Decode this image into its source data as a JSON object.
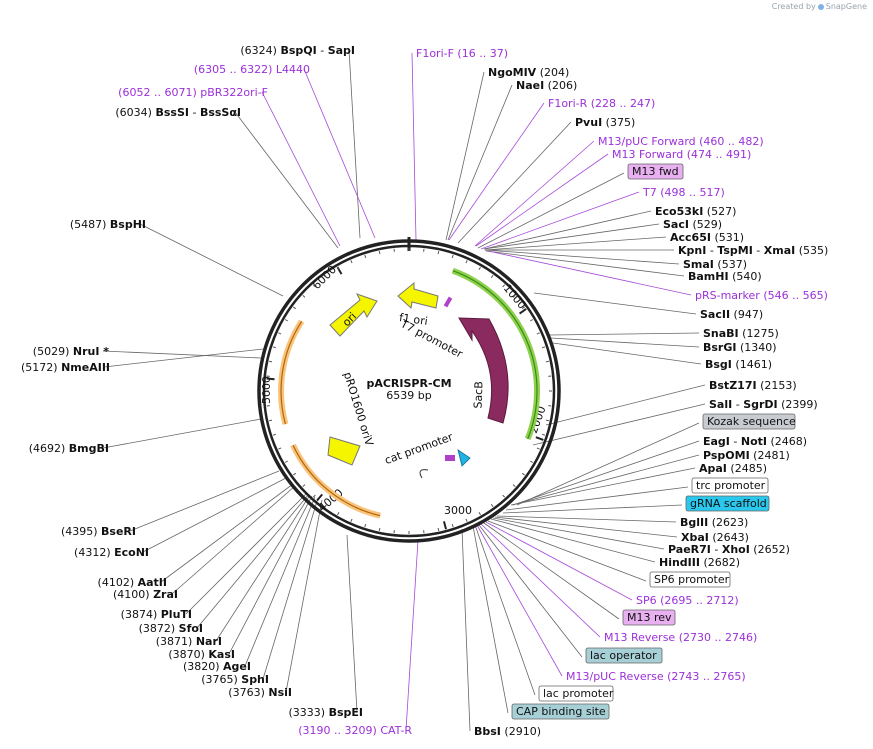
{
  "credit": {
    "prefix": "Created by",
    "brand": "SnapGene"
  },
  "plasmid": {
    "name": "pACRISPR-CM",
    "size": "6539 bp"
  },
  "ticks": [
    "1000",
    "2000",
    "3000",
    "4000",
    "5000",
    "6000"
  ],
  "features": [
    {
      "name": "SacB",
      "type": "gene",
      "color": "#8b2a5f"
    },
    {
      "name": "ori",
      "type": "rep_origin",
      "color": "#f5f500"
    },
    {
      "name": "f1 ori",
      "type": "rep_origin",
      "color": "#f5f500"
    },
    {
      "name": "pRO1600 oriV",
      "type": "rep_origin",
      "color": "#f5f500"
    },
    {
      "name": "T7 promoter",
      "type": "promoter",
      "color": "#ffffff"
    },
    {
      "name": "cat promoter",
      "type": "promoter",
      "color": "#ffffff"
    }
  ],
  "labels": [
    {
      "text": "(6324)  ",
      "bold": "BspQI",
      "suffix": "  - ",
      "bold2": "SapI"
    },
    {
      "text": "(6305 .. 6322)  L4440",
      "primer": true
    },
    {
      "text": "(6052 .. 6071)  pBR322ori-F",
      "primer": true
    },
    {
      "text": "(6034)  ",
      "bold": "BssSI",
      "suffix": "  - ",
      "bold2": "BssSαI"
    },
    {
      "text": "(5487)  ",
      "bold": "BspHI"
    },
    {
      "text": "(5172)  ",
      "bold": "NmeAIII"
    },
    {
      "text": "(5029)  ",
      "bold": "NruI *"
    },
    {
      "text": "(4692)  ",
      "bold": "BmgBI"
    },
    {
      "text": "(4395)  ",
      "bold": "BseRI"
    },
    {
      "text": "(4312)  ",
      "bold": "EcoNI"
    },
    {
      "text": "(4102)  ",
      "bold": "AatII"
    },
    {
      "text": "(4100)  ",
      "bold": "ZraI"
    },
    {
      "text": "(3874)  ",
      "bold": "PluTI"
    },
    {
      "text": "(3872)  ",
      "bold": "SfoI"
    },
    {
      "text": "(3871)  ",
      "bold": "NarI"
    },
    {
      "text": "(3870)  ",
      "bold": "KasI"
    },
    {
      "text": "(3820)  ",
      "bold": "AgeI"
    },
    {
      "text": "(3765)  ",
      "bold": "SphI"
    },
    {
      "text": "(3763)  ",
      "bold": "NsiI"
    },
    {
      "text": "(3333)  ",
      "bold": "BspEI"
    },
    {
      "text": "(3190 .. 3209)  CAT-R",
      "primer": true
    },
    {
      "text": "F1ori-F    (16 .. 37)",
      "primer": true
    },
    {
      "bold": "NgoMIV",
      "text": "   (204)"
    },
    {
      "bold": "NaeI",
      "text": "   (206)"
    },
    {
      "text": "F1ori-R    (228 .. 247)",
      "primer": true
    },
    {
      "bold": "PvuI",
      "text": "   (375)"
    },
    {
      "text": "M13/pUC Forward    (460 .. 482)",
      "primer": true
    },
    {
      "text": "M13 Forward    (474 .. 491)",
      "primer": true
    },
    {
      "box": "M13 fwd",
      "boxcolor": "#e8b0f0"
    },
    {
      "text": "T7    (498 .. 517)",
      "primer": true
    },
    {
      "bold": "Eco53kI",
      "text": "   (527)"
    },
    {
      "bold": "SacI",
      "text": "   (529)"
    },
    {
      "bold": "Acc65I",
      "text": "   (531)"
    },
    {
      "bold": "KpnI",
      "text": "  - ",
      "bold2": "TspMI",
      "text2": "  - ",
      "bold3": "XmaI",
      "text3": "   (535)"
    },
    {
      "bold": "SmaI",
      "text": "   (537)"
    },
    {
      "bold": "BamHI",
      "text": "   (540)"
    },
    {
      "text": "pRS-marker    (546 .. 565)",
      "primer": true
    },
    {
      "bold": "SacII",
      "text": "   (947)"
    },
    {
      "bold": "SnaBI",
      "text": "   (1275)"
    },
    {
      "bold": "BsrGI",
      "text": "   (1340)"
    },
    {
      "bold": "BsgI",
      "text": "   (1461)"
    },
    {
      "bold": "BstZ17I",
      "text": "   (2153)"
    },
    {
      "bold": "SalI",
      "text": "  - ",
      "bold2": "SgrDI",
      "text2": "   (2399)"
    },
    {
      "box": "Kozak sequence",
      "boxcolor": "#c8ccd0"
    },
    {
      "bold": "EagI",
      "text": "  - ",
      "bold2": "NotI",
      "text2": "   (2468)"
    },
    {
      "bold": "PspOMI",
      "text": "   (2481)"
    },
    {
      "bold": "ApaI",
      "text": "   (2485)"
    },
    {
      "box": "trc promoter",
      "boxcolor": "#ffffff"
    },
    {
      "box": "gRNA scaffold",
      "boxcolor": "#2bc8ee"
    },
    {
      "bold": "BglII",
      "text": "   (2623)"
    },
    {
      "bold": "XbaI",
      "text": "   (2643)"
    },
    {
      "bold": "PaeR7I",
      "text": "  - ",
      "bold2": "XhoI",
      "text2": "   (2652)"
    },
    {
      "bold": "HindIII",
      "text": "   (2682)"
    },
    {
      "box": "SP6 promoter",
      "boxcolor": "#ffffff"
    },
    {
      "text": "SP6    (2695 .. 2712)",
      "primer": true
    },
    {
      "box": "M13 rev",
      "boxcolor": "#e8b0f0"
    },
    {
      "text": "M13 Reverse    (2730 .. 2746)",
      "primer": true
    },
    {
      "box": "lac operator",
      "boxcolor": "#a6cfd6"
    },
    {
      "text": "M13/pUC Reverse    (2743 .. 2765)",
      "primer": true
    },
    {
      "box": "lac promoter",
      "boxcolor": "#ffffff"
    },
    {
      "box": "CAP binding site",
      "boxcolor": "#a6cfd6"
    },
    {
      "bold": "BbsI",
      "text": "   (2910)"
    }
  ]
}
